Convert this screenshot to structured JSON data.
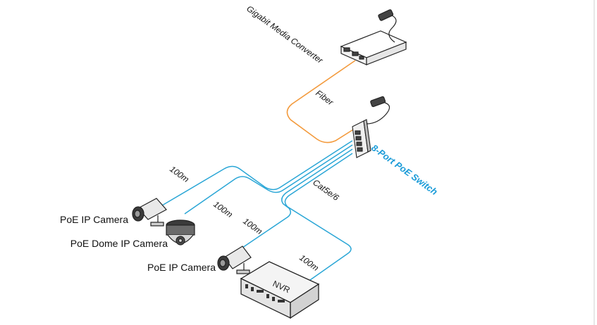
{
  "labels": {
    "media_converter": "Gigabit Media Converter",
    "fiber": "Fiber",
    "poe_switch": "8-Port PoE Switch",
    "cable_type": "Cat5e/6",
    "nvr": "NVR",
    "camera_top_distance": "100m",
    "dome_distance": "100m",
    "camera_bottom_distance": "100m",
    "nvr_distance": "100m",
    "camera_top": "PoE IP Camera",
    "dome_camera": "PoE Dome IP Camera",
    "camera_bottom": "PoE IP Camera"
  },
  "colors": {
    "fiber": "#f39a3c",
    "ethernet": "#2aa6d6",
    "switch_label": "#1a9bd8",
    "device_outline": "#222222"
  },
  "icons": [
    "media-converter-icon",
    "power-adapter-icon",
    "poe-switch-icon",
    "bullet-camera-icon",
    "dome-camera-icon",
    "nvr-icon"
  ]
}
